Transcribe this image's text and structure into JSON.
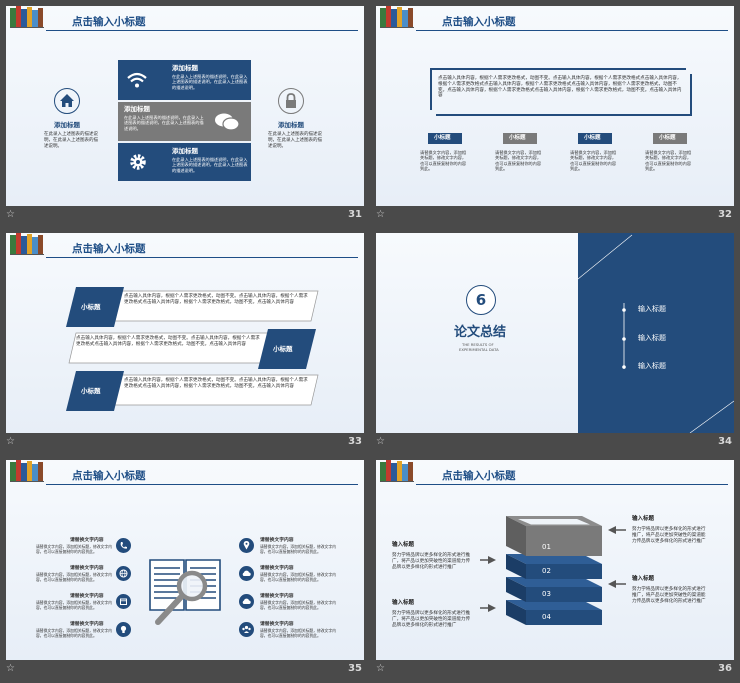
{
  "slides": [
    {
      "number": "31",
      "title": "点击输入小标题",
      "left": {
        "heading": "添加标题",
        "text": "在此录入上述图表的描述说明，在此录入上述图表的描述说明。"
      },
      "right": {
        "heading": "添加标题",
        "text": "在此录入上述图表的描述说明，在此录入上述图表的描述说明。"
      },
      "bars": [
        {
          "heading": "添加标题",
          "text": "在此录入上述图表的描述说明，在此录入上述图表的描述说明，在此录入上述图表的描述说明。",
          "icon": "wifi-icon"
        },
        {
          "heading": "添加标题",
          "text": "在此录入上述图表的描述说明，在此录入上述图表的描述说明，在此录入上述图表的描述说明。",
          "icon": "chat-icon"
        },
        {
          "heading": "添加标题",
          "text": "在此录入上述图表的描述说明，在此录入上述图表的描述说明，在此录入上述图表的描述说明。",
          "icon": "gear-icon"
        }
      ]
    },
    {
      "number": "32",
      "title": "点击输入小标题",
      "box_text": "点击输入具体内容，根据个人需求更改格式，动图不变。点击输入具体内容，根据个人需求更改格式点击输入具体内容，根据个人需求更改格式点击输入具体内容，根据个人需求更改格式点击输入具体内容，根据个人需求更改格式，动图不变。点击输入具体内容，根据个人需求更改格式点击输入具体内容，根据个人需求更改格式，动图不变。点击输入具体内容",
      "tags": [
        {
          "label": "小标题",
          "text": "请替换文字内容，添加相关标题，修改文字内容，也可以直接复制你的内容到此。"
        },
        {
          "label": "小标题",
          "text": "请替换文字内容，添加相关标题，修改文字内容，也可以直接复制你的内容到此。"
        },
        {
          "label": "小标题",
          "text": "请替换文字内容，添加相关标题，修改文字内容，也可以直接复制你的内容到此。"
        },
        {
          "label": "小标题",
          "text": "请替换文字内容，添加相关标题，修改文字内容，也可以直接复制你的内容到此。"
        }
      ]
    },
    {
      "number": "33",
      "title": "点击输入小标题",
      "rows": [
        {
          "label": "小标题",
          "text": "点击输入具体内容，根据个人需求更改格式，动图不变。点击输入具体内容，根据个人需求更改格式点击输入具体内容，根据个人需求更改格式，动图不变。点击输入具体内容"
        },
        {
          "label": "小标题",
          "text": "点击输入具体内容，根据个人需求更改格式，动图不变。点击输入具体内容，根据个人需求更改格式点击输入具体内容，根据个人需求更改格式，动图不变。点击输入具体内容"
        },
        {
          "label": "小标题",
          "text": "点击输入具体内容，根据个人需求更改格式，动图不变。点击输入具体内容，根据个人需求更改格式点击输入具体内容，根据个人需求更改格式，动图不变。点击输入具体内容"
        }
      ]
    },
    {
      "number": "34",
      "section_number": "6",
      "section_title": "论文总结",
      "subtitle_1": "THE RESULTS OF",
      "subtitle_2": "EXPERIMENTAL DATA",
      "items": [
        "输入标题",
        "输入标题",
        "输入标题"
      ]
    },
    {
      "number": "35",
      "title": "点击输入小标题",
      "items": [
        {
          "heading": "请替换文字内容",
          "text": "请替换文字内容，添加相关标题，修改文字内容，也可以直接复制你的内容到此。",
          "icon": "phone-icon"
        },
        {
          "heading": "请替换文字内容",
          "text": "请替换文字内容，添加相关标题，修改文字内容，也可以直接复制你的内容到此。",
          "icon": "globe-icon"
        },
        {
          "heading": "请替换文字内容",
          "text": "请替换文字内容，添加相关标题，修改文字内容，也可以直接复制你的内容到此。",
          "icon": "calendar-icon"
        },
        {
          "heading": "请替换文字内容",
          "text": "请替换文字内容，添加相关标题，修改文字内容，也可以直接复制你的内容到此。",
          "icon": "bulb-icon"
        },
        {
          "heading": "请替换文字内容",
          "text": "请替换文字内容，添加相关标题，修改文字内容，也可以直接复制你的内容到此。",
          "icon": "pin-icon"
        },
        {
          "heading": "请替换文字内容",
          "text": "请替换文字内容，添加相关标题，修改文字内容，也可以直接复制你的内容到此。",
          "icon": "cloud-icon"
        },
        {
          "heading": "请替换文字内容",
          "text": "请替换文字内容，添加相关标题，修改文字内容，也可以直接复制你的内容到此。",
          "icon": "cloud-icon"
        },
        {
          "heading": "请替换文字内容",
          "text": "请替换文字内容，添加相关标题，修改文字内容，也可以直接复制你的内容到此。",
          "icon": "users-icon"
        }
      ]
    },
    {
      "number": "36",
      "title": "点击输入小标题",
      "layers": [
        "01",
        "02",
        "03",
        "04"
      ],
      "blocks": [
        {
          "heading": "输入标题",
          "text": "努力学将品牌以更多样化的形式进行推广，将产品以更加突破性的渠道能力传品牌以更多样化的形式进行推广"
        },
        {
          "heading": "输入标题",
          "text": "努力学将品牌以更多样化的形式进行推广，将产品以更加突破性的渠道能力传品牌以更多样化的形式进行推广"
        },
        {
          "heading": "输入标题",
          "text": "努力学将品牌以更多样化的形式进行推广，将产品以更加突破性的渠道能力传品牌以更多样化的形式进行推广"
        },
        {
          "heading": "输入标题",
          "text": "努力学将品牌以更多样化的形式进行推广，将产品以更加突破性的渠道能力传品牌以更多样化的形式进行推广"
        }
      ]
    }
  ],
  "footer_icon": "star-icon",
  "colors": {
    "navy": "#234c7c",
    "gray": "#7a7a7a",
    "background": "#4a4a4a"
  }
}
